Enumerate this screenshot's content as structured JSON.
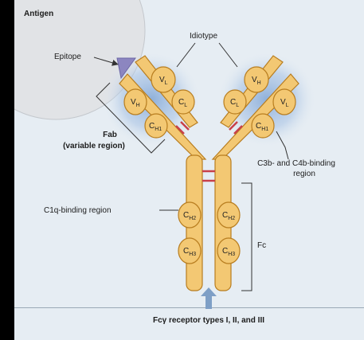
{
  "labels": {
    "antigen": "Antigen",
    "epitope": "Epitope",
    "idiotype": "Idiotype",
    "fab_line1": "Fab",
    "fab_line2": "(variable region)",
    "c3b_line1": "C3b- and C4b-binding",
    "c3b_line2": "region",
    "c1q": "C1q-binding region",
    "fc": "Fc",
    "receptor": "Fcγ receptor types I, II, and III"
  },
  "domains": {
    "vl": {
      "main": "V",
      "sub": "L"
    },
    "vh": {
      "main": "V",
      "sub": "H"
    },
    "cl": {
      "main": "C",
      "sub": "L"
    },
    "ch1": {
      "main": "C",
      "sub": "H1"
    },
    "ch2": {
      "main": "C",
      "sub": "H2"
    },
    "ch3": {
      "main": "C",
      "sub": "H3"
    }
  },
  "colors": {
    "background": "#e6edf3",
    "antibody_fill": "#f3c873",
    "antibody_stroke": "#b87d1f",
    "disulfide": "#c8404a",
    "epitope": "#8c86c0",
    "antigen": "#e1e3e6",
    "variable_glow": "#98b8de",
    "arrow": "#7e9fc6"
  }
}
